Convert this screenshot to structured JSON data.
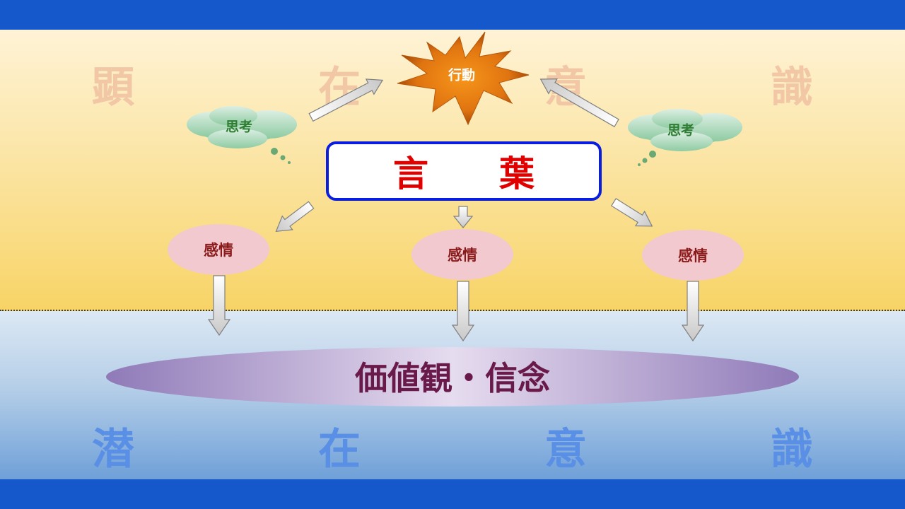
{
  "background_text": {
    "conscious": [
      "顕",
      "在",
      "意",
      "識"
    ],
    "subconscious": [
      "潜",
      "在",
      "意",
      "識"
    ]
  },
  "nodes": {
    "action": "行動",
    "thought_left": "思考",
    "thought_right": "思考",
    "words": "言葉",
    "emotion_left": "感情",
    "emotion_center": "感情",
    "emotion_right": "感情",
    "values": "価値観・信念"
  },
  "colors": {
    "band": "#1458cc",
    "conscious_bg": "#fbe5a6",
    "subconscious_bg": "#b6cfe8",
    "action_burst": "#e87a12",
    "thought_cloud": "#a8d5b8",
    "words_border": "#0a1ee0",
    "words_text": "#e00000",
    "emotion_fill": "#f2c9cf",
    "values_fill": "#b8a6d2"
  }
}
